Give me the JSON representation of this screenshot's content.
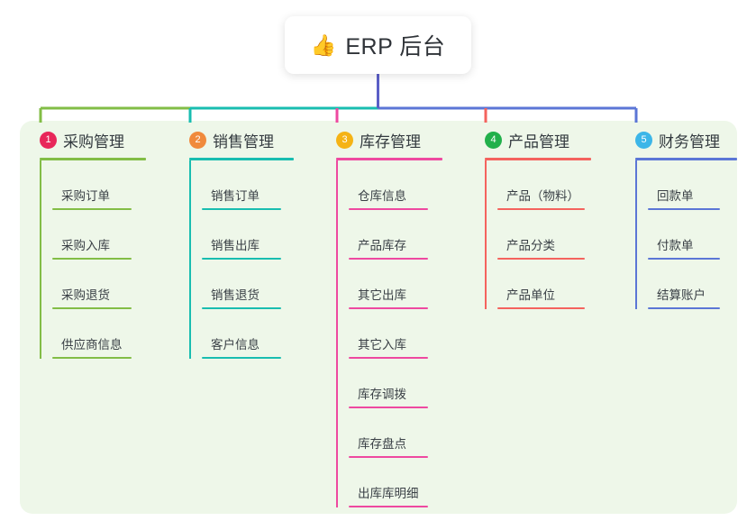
{
  "root": {
    "icon": "thumbs-up-icon",
    "icon_glyph": "👍",
    "title": "ERP 后台"
  },
  "theme": {
    "panel_background": "#eef7e9",
    "page_background": "#ffffff",
    "text_color": "#3a4046",
    "root_stem_color": "#5b5fc7"
  },
  "columns": [
    {
      "number": "1",
      "title": "采购管理",
      "badge_color": "#e8275a",
      "line_color": "#82bd46",
      "items": [
        "采购订单",
        "采购入库",
        "采购退货",
        "供应商信息"
      ]
    },
    {
      "number": "2",
      "title": "销售管理",
      "badge_color": "#f08a3c",
      "line_color": "#19bdb0",
      "items": [
        "销售订单",
        "销售出库",
        "销售退货",
        "客户信息"
      ]
    },
    {
      "number": "3",
      "title": "库存管理",
      "badge_color": "#f5b315",
      "line_color": "#ee49a0",
      "items": [
        "仓库信息",
        "产品库存",
        "其它出库",
        "其它入库",
        "库存调拨",
        "库存盘点",
        "出库库明细"
      ]
    },
    {
      "number": "4",
      "title": "产品管理",
      "badge_color": "#22b04b",
      "line_color": "#f4635e",
      "items": [
        "产品（物料）",
        "产品分类",
        "产品单位"
      ]
    },
    {
      "number": "5",
      "title": "财务管理",
      "badge_color": "#3cb6e8",
      "line_color": "#5b76d6",
      "items": [
        "回款单",
        "付款单",
        "结算账户"
      ]
    }
  ]
}
